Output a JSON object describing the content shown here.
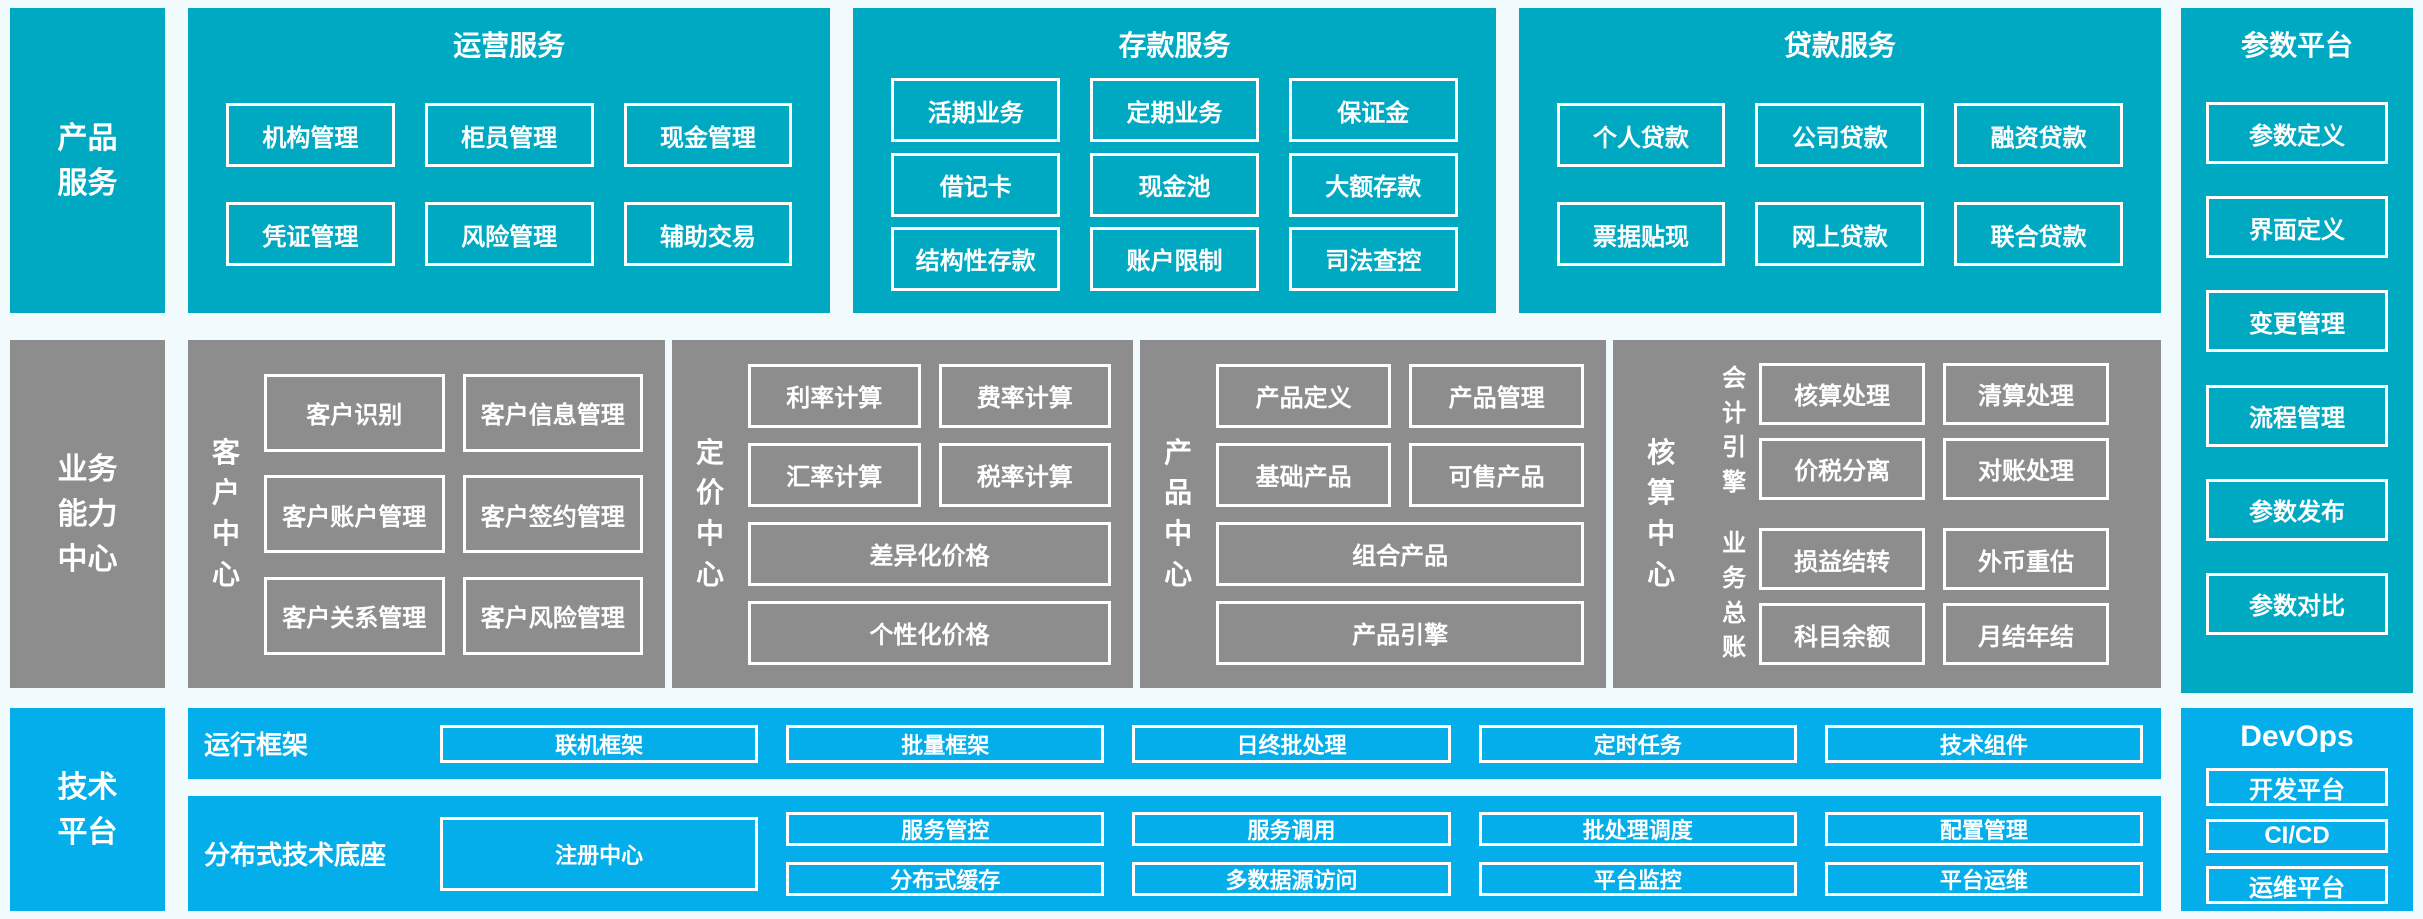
{
  "colors": {
    "teal": "#00a9c2",
    "blue": "#04aeea",
    "gray": "#8d8d8d",
    "background": "#f1fafd",
    "text": "#ffffff"
  },
  "sidebars": {
    "product": "产品服务",
    "capability": "业务能力中心",
    "tech": "技术平台"
  },
  "top_sections": [
    {
      "title": "运营服务",
      "boxes": [
        [
          "机构管理",
          "柜员管理",
          "现金管理"
        ],
        [
          "凭证管理",
          "风险管理",
          "辅助交易"
        ]
      ]
    },
    {
      "title": "存款服务",
      "boxes": [
        [
          "活期业务",
          "定期业务",
          "保证金"
        ],
        [
          "借记卡",
          "现金池",
          "大额存款"
        ],
        [
          "结构性存款",
          "账户限制",
          "司法查控"
        ]
      ]
    },
    {
      "title": "贷款服务",
      "boxes": [
        [
          "个人贷款",
          "公司贷款",
          "融资贷款"
        ],
        [
          "票据贴现",
          "网上贷款",
          "联合贷款"
        ]
      ]
    }
  ],
  "param_platform": {
    "title": "参数平台",
    "boxes": [
      "参数定义",
      "界面定义",
      "变更管理",
      "流程管理",
      "参数发布",
      "参数对比"
    ]
  },
  "capability_centers": {
    "customer": {
      "label": "客户中心",
      "boxes": [
        [
          "客户识别",
          "客户信息管理"
        ],
        [
          "客户账户管理",
          "客户签约管理"
        ],
        [
          "客户关系管理",
          "客户风险管理"
        ]
      ]
    },
    "pricing": {
      "label": "定价中心",
      "boxes": [
        [
          "利率计算",
          "费率计算"
        ],
        [
          "汇率计算",
          "税率计算"
        ]
      ],
      "wide": [
        "差异化价格",
        "个性化价格"
      ]
    },
    "product": {
      "label": "产品中心",
      "boxes": [
        [
          "产品定义",
          "产品管理"
        ],
        [
          "基础产品",
          "可售产品"
        ]
      ],
      "wide": [
        "组合产品",
        "产品引擎"
      ]
    },
    "accounting": {
      "label": "核算中心",
      "groups": [
        {
          "label": "会计引擎",
          "boxes": [
            [
              "核算处理",
              "清算处理"
            ],
            [
              "价税分离",
              "对账处理"
            ]
          ]
        },
        {
          "label": "业务总账",
          "boxes": [
            [
              "损益结转",
              "外币重估"
            ],
            [
              "科目余额",
              "月结年结"
            ]
          ]
        }
      ]
    }
  },
  "tech_platform": {
    "runtime": {
      "label": "运行框架",
      "boxes": [
        "联机框架",
        "批量框架",
        "日终批处理",
        "定时任务",
        "技术组件"
      ]
    },
    "base": {
      "label": "分布式技术底座",
      "registry": "注册中心",
      "columns": [
        [
          "服务管控",
          "分布式缓存"
        ],
        [
          "服务调用",
          "多数据源访问"
        ],
        [
          "批处理调度",
          "平台监控"
        ],
        [
          "配置管理",
          "平台运维"
        ]
      ]
    },
    "devops": {
      "title": "DevOps",
      "boxes": [
        "开发平台",
        "CI/CD",
        "运维平台"
      ]
    }
  }
}
